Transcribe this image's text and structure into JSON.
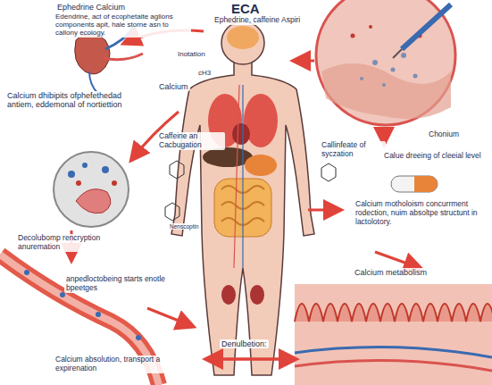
{
  "diagram": {
    "title": "ECA",
    "labels": [
      "Ephedrine Calcium",
      "Edendrine, act of ecophetaite aglions components apit, hale storne asn to callony ecology.",
      "Ephedrine, caffeine Aspiri",
      "Inotation",
      "cH3",
      "Calcium",
      "Calcium dhibipits ofphefethedad antiem, eddemonal of nortiettion",
      "Caffeine an Cacbugation",
      "Nenscoptin",
      "Chonium",
      "Callinfeate of syczation",
      "Calue dreeing of cleeial level",
      "Calcium motholoism concurrment rodection, nuim absoltpe structunt in lactolotory.",
      "Calcium metabolism",
      "Decolubomp rencryption anuremation",
      "anpedloctobeing starts enotle bpeetges",
      "Calcium absolution, transport a expirenation",
      "Denulbetion:"
    ]
  }
}
